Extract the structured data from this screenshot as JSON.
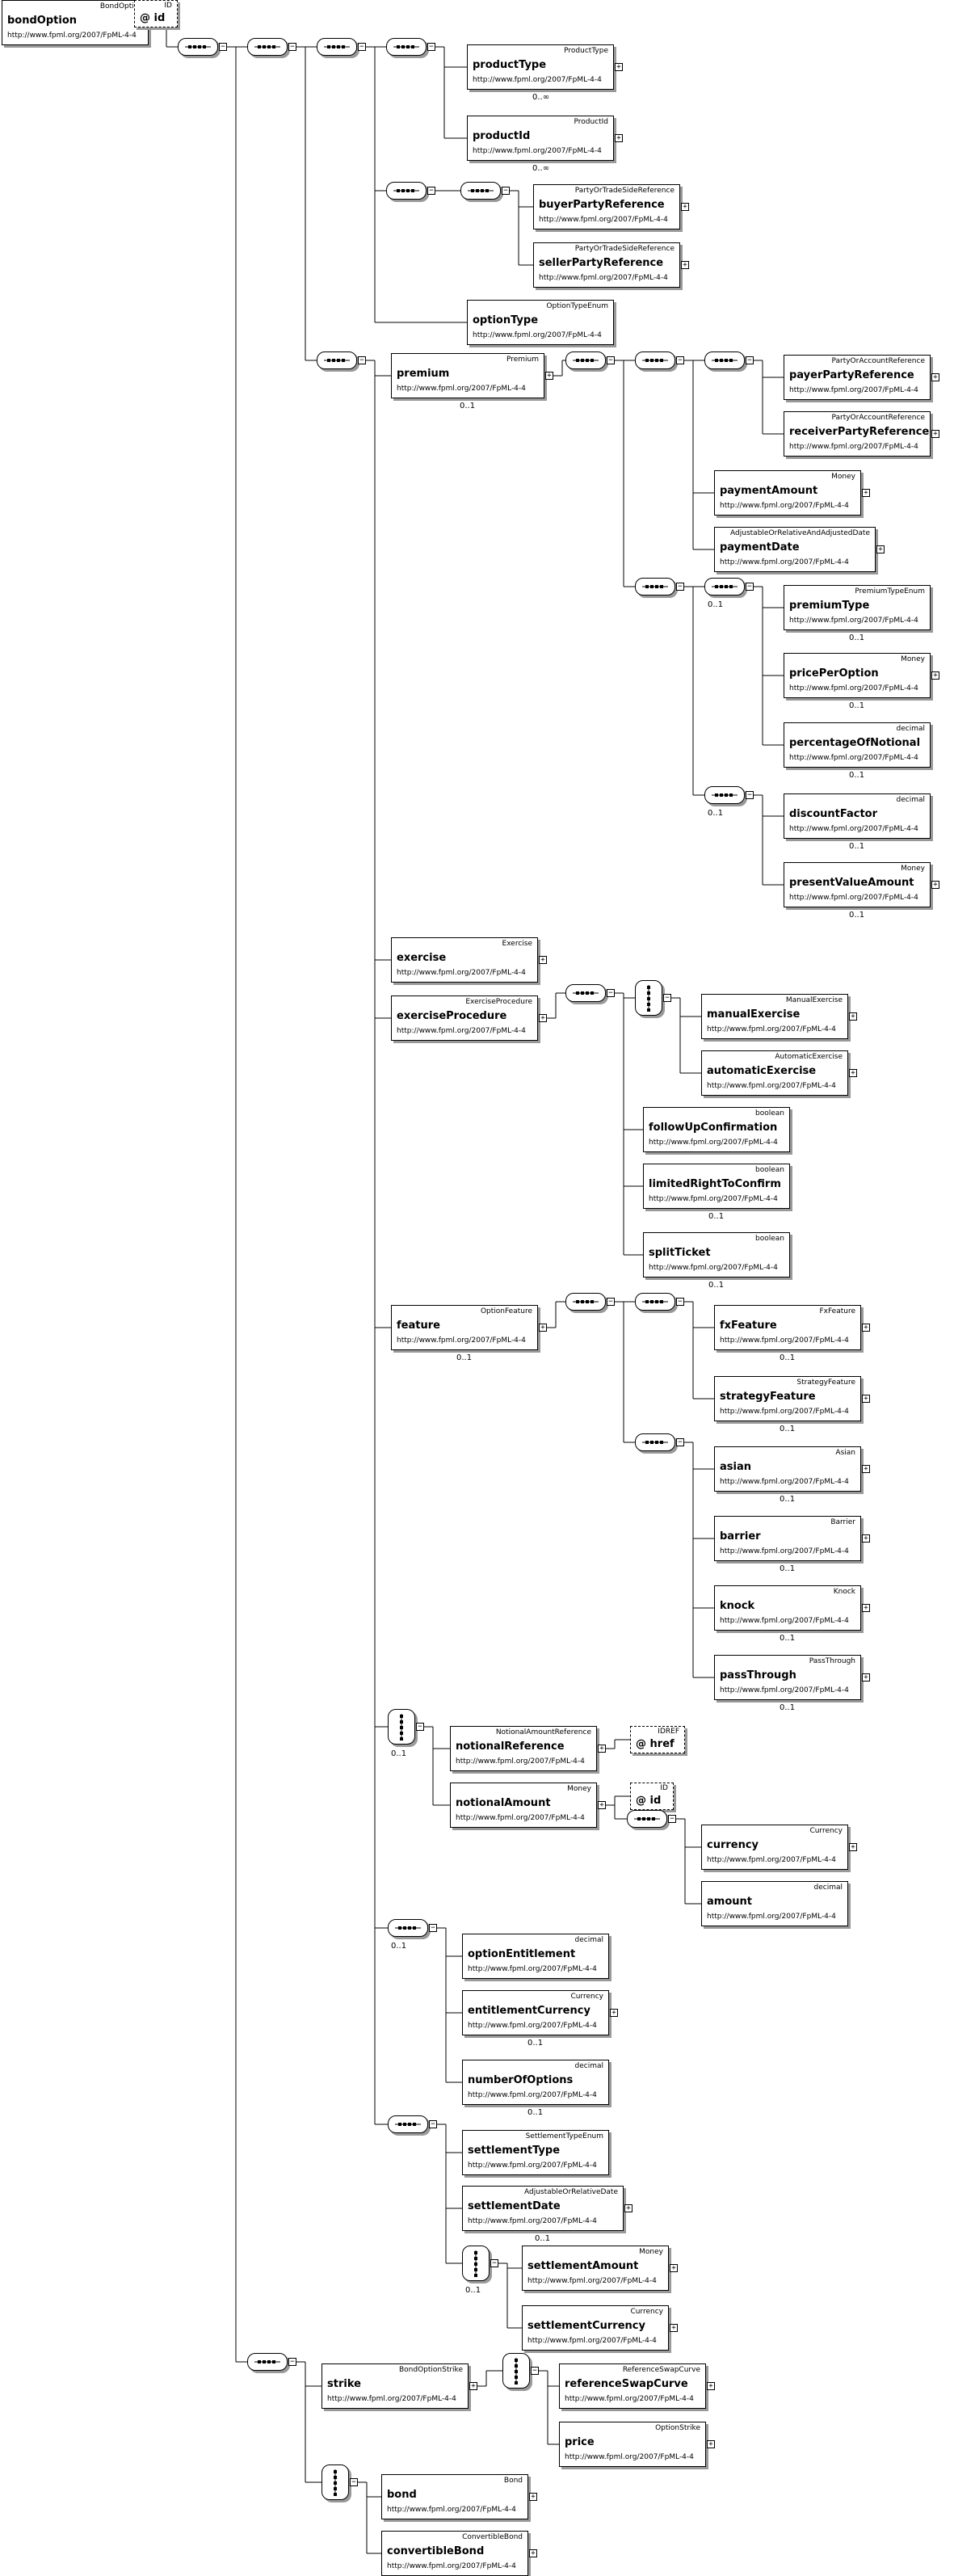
{
  "ns": "http://www.fpml.org/2007/FpML-4-4",
  "nodes": [
    {
      "key": "bondOption",
      "name": "bondOption",
      "type": "BondOption",
      "card": "",
      "plus": true
    },
    {
      "key": "id_attr",
      "name": "@ id",
      "type": "ID",
      "card": "",
      "attr": true
    },
    {
      "key": "productType",
      "name": "productType",
      "type": "ProductType",
      "card": "0..∞",
      "plus": true
    },
    {
      "key": "productId",
      "name": "productId",
      "type": "ProductId",
      "card": "0..∞",
      "plus": true
    },
    {
      "key": "buyerPartyReference",
      "name": "buyerPartyReference",
      "type": "PartyOrTradeSideReference",
      "card": "",
      "plus": true
    },
    {
      "key": "sellerPartyReference",
      "name": "sellerPartyReference",
      "type": "PartyOrTradeSideReference",
      "card": "",
      "plus": true
    },
    {
      "key": "optionType",
      "name": "optionType",
      "type": "OptionTypeEnum",
      "card": "",
      "plus": false
    },
    {
      "key": "premium",
      "name": "premium",
      "type": "Premium",
      "card": "0..1",
      "plus": true
    },
    {
      "key": "payerPartyReference",
      "name": "payerPartyReference",
      "type": "PartyOrAccountReference",
      "card": "",
      "plus": true
    },
    {
      "key": "receiverPartyReference",
      "name": "receiverPartyReference",
      "type": "PartyOrAccountReference",
      "card": "",
      "plus": true
    },
    {
      "key": "paymentAmount",
      "name": "paymentAmount",
      "type": "Money",
      "card": "",
      "plus": true
    },
    {
      "key": "paymentDate",
      "name": "paymentDate",
      "type": "AdjustableOrRelativeAndAdjustedDate",
      "card": "",
      "plus": true
    },
    {
      "key": "premiumType",
      "name": "premiumType",
      "type": "PremiumTypeEnum",
      "card": "0..1",
      "plus": false
    },
    {
      "key": "pricePerOption",
      "name": "pricePerOption",
      "type": "Money",
      "card": "0..1",
      "plus": true
    },
    {
      "key": "percentageOfNotional",
      "name": "percentageOfNotional",
      "type": "decimal",
      "card": "0..1",
      "plus": false
    },
    {
      "key": "discountFactor",
      "name": "discountFactor",
      "type": "decimal",
      "card": "0..1",
      "plus": false
    },
    {
      "key": "presentValueAmount",
      "name": "presentValueAmount",
      "type": "Money",
      "card": "0..1",
      "plus": true
    },
    {
      "key": "exercise",
      "name": "exercise",
      "type": "Exercise",
      "card": "",
      "plus": true
    },
    {
      "key": "exerciseProcedure",
      "name": "exerciseProcedure",
      "type": "ExerciseProcedure",
      "card": "",
      "plus": true
    },
    {
      "key": "manualExercise",
      "name": "manualExercise",
      "type": "ManualExercise",
      "card": "",
      "plus": true
    },
    {
      "key": "automaticExercise",
      "name": "automaticExercise",
      "type": "AutomaticExercise",
      "card": "",
      "plus": true
    },
    {
      "key": "followUpConfirmation",
      "name": "followUpConfirmation",
      "type": "boolean",
      "card": "",
      "plus": false
    },
    {
      "key": "limitedRightToConfirm",
      "name": "limitedRightToConfirm",
      "type": "boolean",
      "card": "0..1",
      "plus": false
    },
    {
      "key": "splitTicket",
      "name": "splitTicket",
      "type": "boolean",
      "card": "0..1",
      "plus": false
    },
    {
      "key": "feature",
      "name": "feature",
      "type": "OptionFeature",
      "card": "0..1",
      "plus": true
    },
    {
      "key": "fxFeature",
      "name": "fxFeature",
      "type": "FxFeature",
      "card": "0..1",
      "plus": true
    },
    {
      "key": "strategyFeature",
      "name": "strategyFeature",
      "type": "StrategyFeature",
      "card": "0..1",
      "plus": true
    },
    {
      "key": "asian",
      "name": "asian",
      "type": "Asian",
      "card": "0..1",
      "plus": true
    },
    {
      "key": "barrier",
      "name": "barrier",
      "type": "Barrier",
      "card": "0..1",
      "plus": true
    },
    {
      "key": "knock",
      "name": "knock",
      "type": "Knock",
      "card": "0..1",
      "plus": true
    },
    {
      "key": "passThrough",
      "name": "passThrough",
      "type": "PassThrough",
      "card": "0..1",
      "plus": true
    },
    {
      "key": "notionalReference",
      "name": "notionalReference",
      "type": "NotionalAmountReference",
      "card": "",
      "plus": true
    },
    {
      "key": "href_attr",
      "name": "@ href",
      "type": "IDREF",
      "card": "",
      "attr": true
    },
    {
      "key": "notionalAmount",
      "name": "notionalAmount",
      "type": "Money",
      "card": "",
      "plus": true
    },
    {
      "key": "id_attr2",
      "name": "@ id",
      "type": "ID",
      "card": "",
      "attr": true
    },
    {
      "key": "currency",
      "name": "currency",
      "type": "Currency",
      "card": "",
      "plus": true
    },
    {
      "key": "amount",
      "name": "amount",
      "type": "decimal",
      "card": "",
      "plus": false
    },
    {
      "key": "optionEntitlement",
      "name": "optionEntitlement",
      "type": "decimal",
      "card": "",
      "plus": false
    },
    {
      "key": "entitlementCurrency",
      "name": "entitlementCurrency",
      "type": "Currency",
      "card": "0..1",
      "plus": true
    },
    {
      "key": "numberOfOptions",
      "name": "numberOfOptions",
      "type": "decimal",
      "card": "0..1",
      "plus": false
    },
    {
      "key": "settlementType",
      "name": "settlementType",
      "type": "SettlementTypeEnum",
      "card": "",
      "plus": false
    },
    {
      "key": "settlementDate",
      "name": "settlementDate",
      "type": "AdjustableOrRelativeDate",
      "card": "0..1",
      "plus": true
    },
    {
      "key": "settlementAmount",
      "name": "settlementAmount",
      "type": "Money",
      "card": "",
      "plus": true
    },
    {
      "key": "settlementCurrency",
      "name": "settlementCurrency",
      "type": "Currency",
      "card": "",
      "plus": true
    },
    {
      "key": "strike",
      "name": "strike",
      "type": "BondOptionStrike",
      "card": "",
      "plus": true
    },
    {
      "key": "referenceSwapCurve",
      "name": "referenceSwapCurve",
      "type": "ReferenceSwapCurve",
      "card": "",
      "plus": true
    },
    {
      "key": "price",
      "name": "price",
      "type": "OptionStrike",
      "card": "",
      "plus": true
    },
    {
      "key": "bond",
      "name": "bond",
      "type": "Bond",
      "card": "",
      "plus": true
    },
    {
      "key": "convertibleBond",
      "name": "convertibleBond",
      "type": "ConvertibleBond",
      "card": "",
      "plus": true
    }
  ],
  "compositors": [
    {
      "key": "c_main",
      "kind": "sequence",
      "card": ""
    },
    {
      "key": "c_l2",
      "kind": "sequence",
      "card": ""
    },
    {
      "key": "c_l3a",
      "kind": "sequence",
      "card": ""
    },
    {
      "key": "c_l4a",
      "kind": "sequence",
      "card": ""
    },
    {
      "key": "c_l4b",
      "kind": "sequence",
      "card": ""
    },
    {
      "key": "c_party",
      "kind": "sequence",
      "card": ""
    },
    {
      "key": "c_l3b",
      "kind": "sequence",
      "card": ""
    },
    {
      "key": "c_prem",
      "kind": "sequence",
      "card": ""
    },
    {
      "key": "c_prem1",
      "kind": "sequence",
      "card": ""
    },
    {
      "key": "c_pr_pp",
      "kind": "sequence",
      "card": ""
    },
    {
      "key": "c_prem2",
      "kind": "sequence",
      "card": ""
    },
    {
      "key": "c_pt",
      "kind": "sequence",
      "card": "0..1"
    },
    {
      "key": "c_df",
      "kind": "sequence",
      "card": "0..1"
    },
    {
      "key": "c_ep",
      "kind": "sequence",
      "card": ""
    },
    {
      "key": "c_epch",
      "kind": "choice",
      "card": ""
    },
    {
      "key": "c_feat",
      "kind": "sequence",
      "card": ""
    },
    {
      "key": "c_feat1",
      "kind": "sequence",
      "card": ""
    },
    {
      "key": "c_feat2",
      "kind": "sequence",
      "card": ""
    },
    {
      "key": "c_notch",
      "kind": "choice",
      "card": "0..1"
    },
    {
      "key": "c_cur",
      "kind": "sequence",
      "card": ""
    },
    {
      "key": "c_opt",
      "kind": "sequence",
      "card": "0..1"
    },
    {
      "key": "c_set",
      "kind": "sequence",
      "card": ""
    },
    {
      "key": "c_setch",
      "kind": "choice",
      "card": "0..1"
    },
    {
      "key": "c_strike",
      "kind": "sequence",
      "card": ""
    },
    {
      "key": "c_strch",
      "kind": "choice",
      "card": ""
    },
    {
      "key": "c_bondch",
      "kind": "choice",
      "card": ""
    }
  ]
}
